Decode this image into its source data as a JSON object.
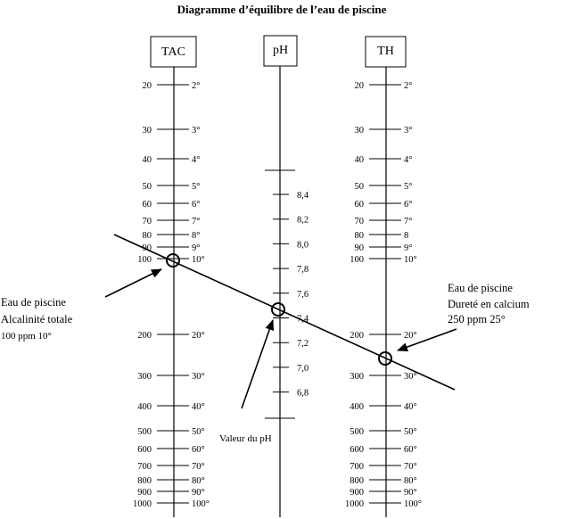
{
  "title": "Diagramme d’équilibre de l’eau de piscine",
  "axes": {
    "tac": {
      "header": "TAC",
      "ticks": [
        {
          "ppm": "20",
          "deg": "2°"
        },
        {
          "ppm": "30",
          "deg": "3°"
        },
        {
          "ppm": "40",
          "deg": "4°"
        },
        {
          "ppm": "50",
          "deg": "5°"
        },
        {
          "ppm": "60",
          "deg": "6°"
        },
        {
          "ppm": "70",
          "deg": "7°"
        },
        {
          "ppm": "80",
          "deg": "8°"
        },
        {
          "ppm": "90",
          "deg": "9°"
        },
        {
          "ppm": "100",
          "deg": "10°"
        },
        {
          "ppm": "200",
          "deg": "20°"
        },
        {
          "ppm": "300",
          "deg": "30°"
        },
        {
          "ppm": "400",
          "deg": "40°"
        },
        {
          "ppm": "500",
          "deg": "50°"
        },
        {
          "ppm": "600",
          "deg": "60°"
        },
        {
          "ppm": "700",
          "deg": "70°"
        },
        {
          "ppm": "800",
          "deg": "80°"
        },
        {
          "ppm": "900",
          "deg": "90°"
        },
        {
          "ppm": "1000",
          "deg": "100°"
        }
      ]
    },
    "ph": {
      "header": "pH",
      "labels": [
        "8,4",
        "8,2",
        "8,0",
        "7,8",
        "7,6",
        "7,4",
        "7,2",
        "7,0",
        "6,8"
      ]
    },
    "th": {
      "header": "TH",
      "ticks": [
        {
          "ppm": "20",
          "deg": "2°"
        },
        {
          "ppm": "30",
          "deg": "3°"
        },
        {
          "ppm": "40",
          "deg": "4°"
        },
        {
          "ppm": "50",
          "deg": "5°"
        },
        {
          "ppm": "60",
          "deg": "6°"
        },
        {
          "ppm": "70",
          "deg": "7°"
        },
        {
          "ppm": "80",
          "deg": "8"
        },
        {
          "ppm": "90",
          "deg": "9°"
        },
        {
          "ppm": "100",
          "deg": "10°"
        },
        {
          "ppm": "200",
          "deg": "20°"
        },
        {
          "ppm": "300",
          "deg": "30°"
        },
        {
          "ppm": "400",
          "deg": "40°"
        },
        {
          "ppm": "500",
          "deg": "50°"
        },
        {
          "ppm": "600",
          "deg": "60°"
        },
        {
          "ppm": "700",
          "deg": "70°"
        },
        {
          "ppm": "800",
          "deg": "80°"
        },
        {
          "ppm": "900",
          "deg": "90°"
        },
        {
          "ppm": "1000",
          "deg": "100°"
        }
      ]
    }
  },
  "annotations": {
    "tac_note": {
      "line1": "Eau de piscine",
      "line2": "Alcalinité totale",
      "line3": "100 ppm 10°"
    },
    "ph_note": {
      "line1": "Valeur du pH"
    },
    "th_note": {
      "line1": "Eau de piscine",
      "line2": "Dureté en calcium",
      "line3": "250 ppm 25°"
    }
  }
}
